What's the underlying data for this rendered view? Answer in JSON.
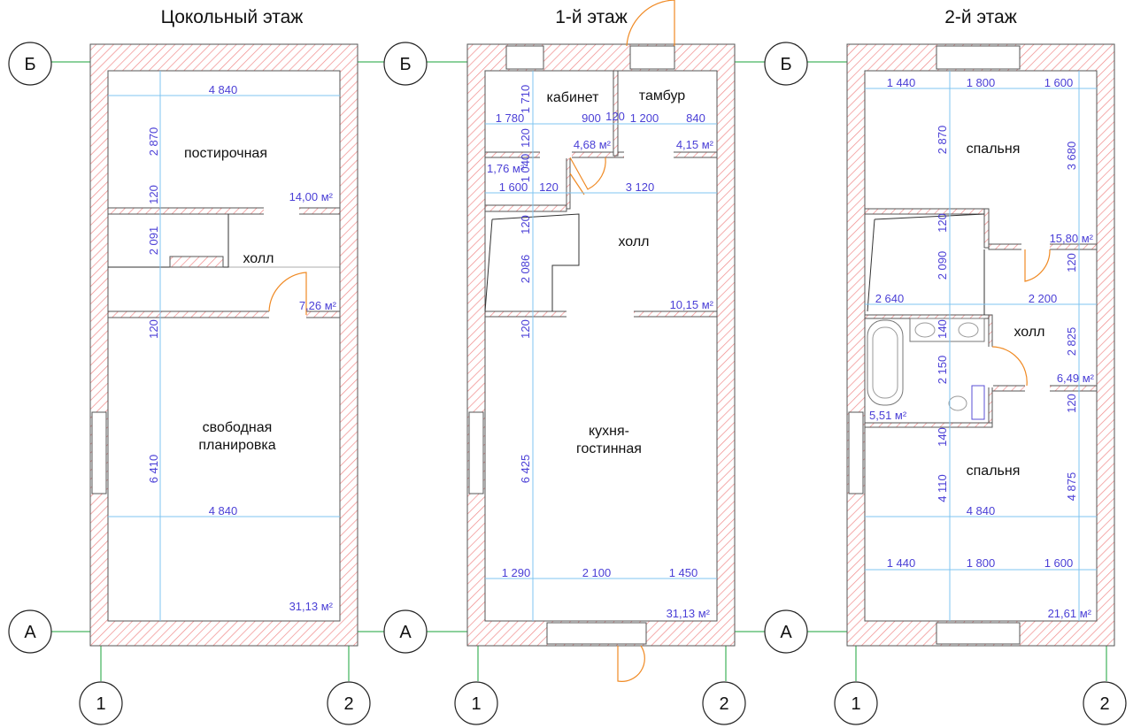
{
  "floors": [
    {
      "title": "Цокольный этаж"
    },
    {
      "title": "1-й этаж"
    },
    {
      "title": "2-й этаж"
    }
  ],
  "axes": {
    "a": "А",
    "b": "Б",
    "one": "1",
    "two": "2"
  },
  "basement": {
    "rooms": [
      "постирочная",
      "холл",
      "свободная",
      "планировка"
    ],
    "dims": [
      "4 840",
      "2 870",
      "120",
      "2 091",
      "120",
      "6 410",
      "4 840"
    ],
    "areas": [
      "14,00 м²",
      "7,26 м²",
      "31,13 м²"
    ]
  },
  "first": {
    "rooms": [
      "кабинет",
      "тамбур",
      "холл",
      "кухня-",
      "гостинная"
    ],
    "dims": [
      "1 710",
      "1 780",
      "900",
      "120",
      "1 200",
      "840",
      "120",
      "1 040",
      "1 600",
      "120",
      "3 120",
      "120",
      "2 086",
      "120",
      "6 425",
      "1 290",
      "2 100",
      "1 450"
    ],
    "areas": [
      "4,68 м²",
      "4,15 м²",
      "1,76 м²",
      "10,15 м²",
      "31,13 м²"
    ]
  },
  "second": {
    "rooms": [
      "спальня",
      "холл",
      "спальня"
    ],
    "dims": [
      "1 440",
      "1 800",
      "1 600",
      "2 870",
      "3 680",
      "120",
      "2 090",
      "120",
      "2 640",
      "2 200",
      "140",
      "2 825",
      "2 150",
      "120",
      "140",
      "4 110",
      "4 875",
      "4 840",
      "1 440",
      "1 800",
      "1 600"
    ],
    "areas": [
      "15,80 м²",
      "6,49 м²",
      "5,51 м²",
      "21,61 м²"
    ]
  }
}
